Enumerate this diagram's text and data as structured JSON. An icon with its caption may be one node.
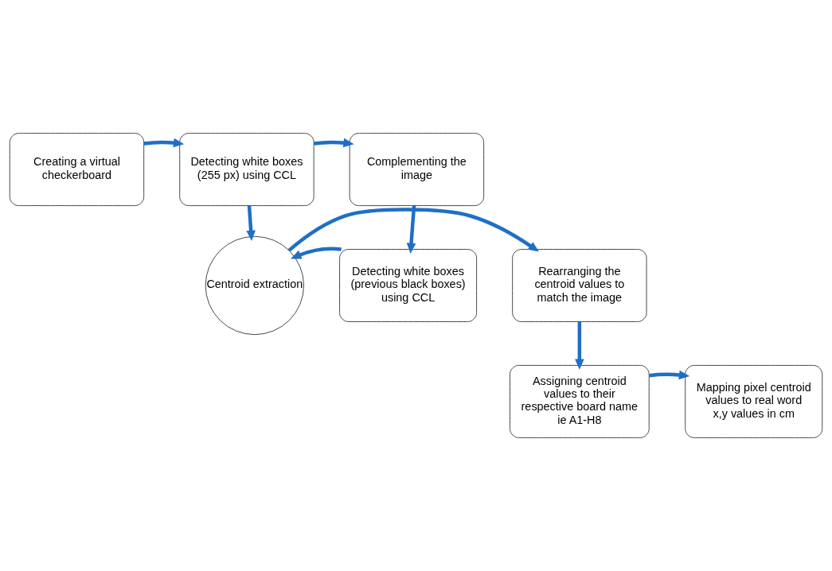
{
  "diagram": {
    "nodes": [
      {
        "text": [
          "Creating a virtual checkerboard"
        ]
      },
      {
        "text": [
          "Detecting white boxes (255 px) using CCL"
        ]
      },
      {
        "text": [
          "Complementing the image"
        ]
      },
      {
        "text": [
          "Rearranging the centroid values to match the image"
        ]
      },
      {
        "text": [
          "Centroid extraction"
        ]
      },
      {
        "text": [
          "Detecting white boxes (previous black boxes) using CCL"
        ]
      },
      {
        "text": [
          "Assigning centroid values to their respective board name ie A1-H8"
        ]
      },
      {
        "text": [
          "Mapping pixel centroid values to real word x,y values in cm"
        ]
      }
    ],
    "edges": [
      {
        "from": 0,
        "to": 1,
        "arrow": "to"
      },
      {
        "from": 1,
        "to": 2,
        "arrow": "to"
      },
      {
        "from": 1,
        "to": 4,
        "arrow": "to"
      },
      {
        "from": 2,
        "to": 5,
        "arrow": "to"
      },
      {
        "from": 5,
        "to": 4,
        "arrow": "to"
      },
      {
        "from": 4,
        "to": 3,
        "arrow": "to"
      },
      {
        "from": 3,
        "to": 6,
        "arrow": "to"
      },
      {
        "from": 6,
        "to": 7,
        "arrow": "to"
      }
    ]
  }
}
